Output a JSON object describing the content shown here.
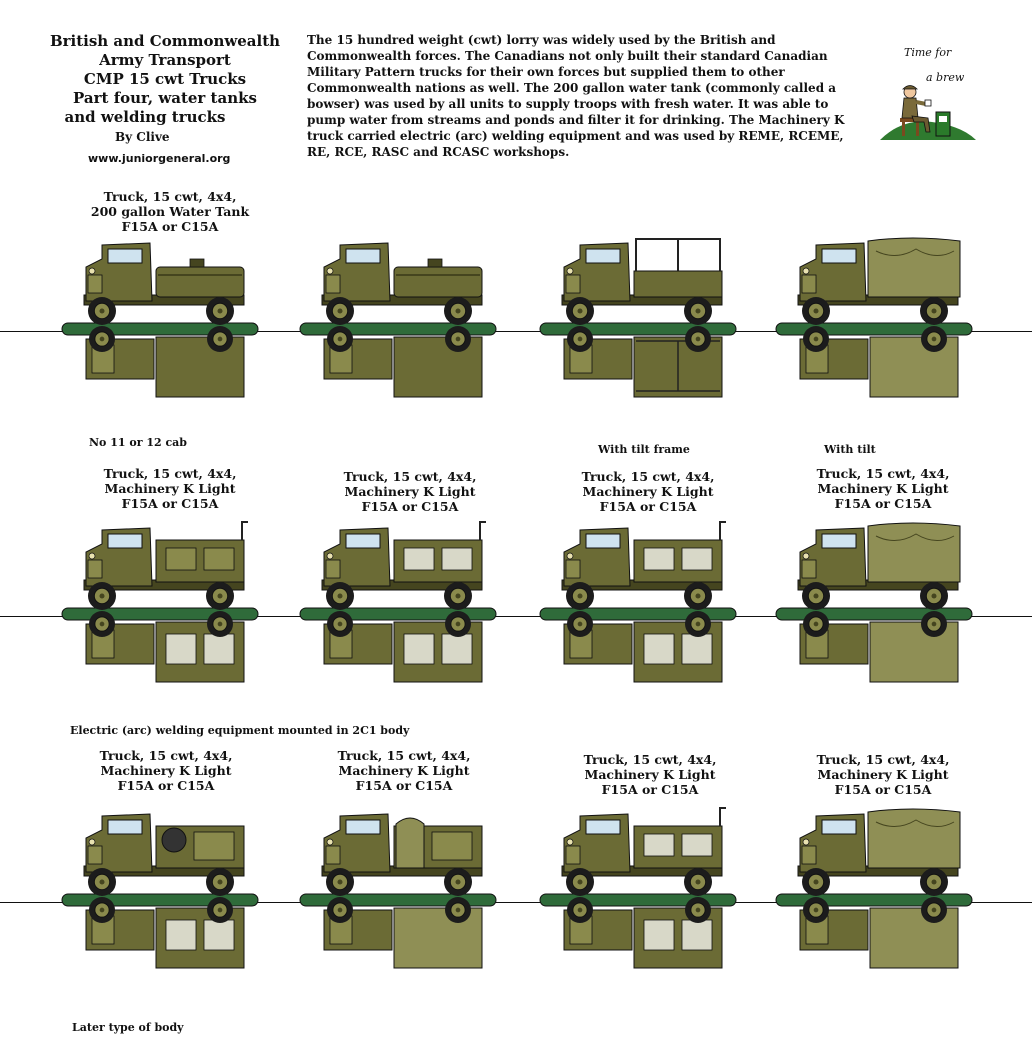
{
  "header": {
    "title_lines": [
      "British and Commonwealth",
      "Army Transport",
      "CMP 15 cwt Trucks",
      "Part four, water tanks",
      "and welding trucks"
    ],
    "byline": "By Clive",
    "website": "www.juniorgeneral.org"
  },
  "intro_text": "The 15 hundred weight (cwt) lorry was widely used by the British and Commonwealth forces.  The Canadians not only built their standard Canadian Military Pattern trucks for their own forces but supplied them to other Commonwealth nations as well.  The 200 gallon water tank (commonly called a bowser) was used by all units to supply troops with fresh water. It was able to pump water from streams and ponds and filter it for drinking. The Machinery K truck carried electric (arc) welding equipment and was used by REME, RCEME, RE, RCE, RASC and RCASC workshops.",
  "mascot": {
    "label_line1": "Time for",
    "label_line2": "a brew"
  },
  "colors": {
    "olive": "#6b6b35",
    "olive_light": "#8a8a4c",
    "olive_dark": "#45451f",
    "canvas": "#8f8f55",
    "base_green": "#2f6b3a",
    "tyre": "#1c1c1c"
  },
  "rows": [
    {
      "captions": [
        "Truck, 15 cwt, 4x4,\n200 gallon Water Tank\nF15A or C15A"
      ],
      "notes": [
        "No 11 or 12 cab",
        "With tilt frame",
        "With tilt"
      ]
    },
    {
      "captions": [
        "Truck, 15 cwt, 4x4,\nMachinery K Light\nF15A or C15A",
        "Truck, 15 cwt, 4x4,\nMachinery K Light\nF15A or C15A",
        "Truck, 15 cwt, 4x4,\nMachinery K Light\nF15A or C15A",
        "Truck, 15 cwt, 4x4,\nMachinery K Light\nF15A or C15A"
      ],
      "notes": [
        "Electric (arc) welding equipment mounted in 2C1 body"
      ]
    },
    {
      "captions": [
        "Truck, 15 cwt, 4x4,\nMachinery K Light\nF15A or C15A",
        "Truck, 15 cwt, 4x4,\nMachinery K Light\nF15A or C15A",
        "Truck, 15 cwt, 4x4,\nMachinery K Light\nF15A or C15A",
        "Truck, 15 cwt, 4x4,\nMachinery K Light\nF15A or C15A"
      ],
      "notes": [
        "Later type of body"
      ]
    }
  ],
  "trucks": [
    {
      "body": "tank"
    },
    {
      "body": "tank"
    },
    {
      "body": "frame"
    },
    {
      "body": "tilt"
    },
    {
      "body": "welder"
    },
    {
      "body": "welder-open"
    },
    {
      "body": "welder-open"
    },
    {
      "body": "tilt"
    },
    {
      "body": "reel"
    },
    {
      "body": "reel-tarp"
    },
    {
      "body": "welder-open"
    },
    {
      "body": "tilt"
    }
  ]
}
